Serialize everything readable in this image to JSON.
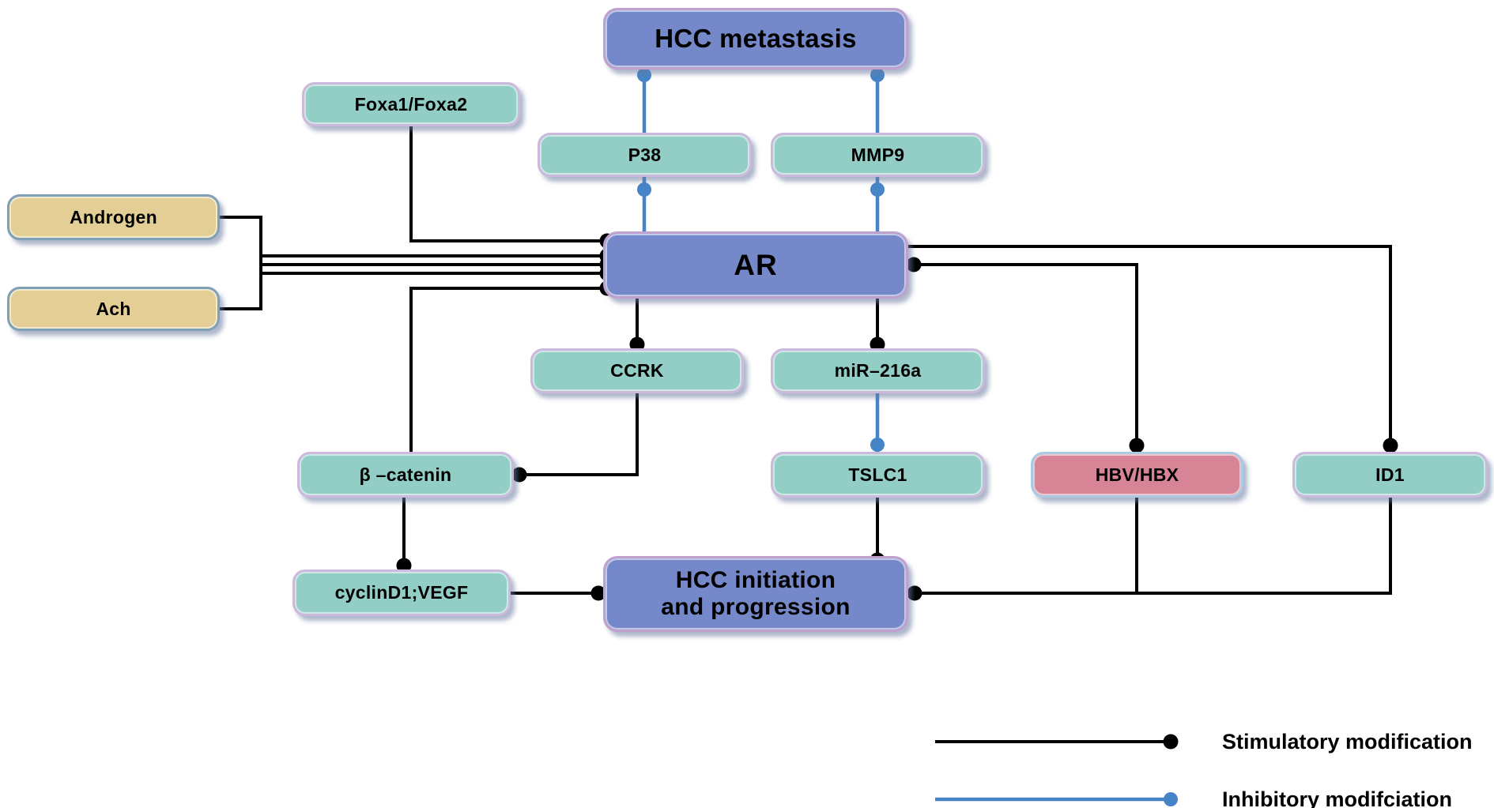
{
  "nodes": {
    "hcc_metastasis": {
      "label": "HCC metastasis",
      "color": "#7589ca"
    },
    "foxa": {
      "label": "Foxa1/Foxa2",
      "color": "#92cec6"
    },
    "p38": {
      "label": "P38",
      "color": "#92cec6"
    },
    "mmp9": {
      "label": "MMP9",
      "color": "#92cec6"
    },
    "androgen": {
      "label": "Androgen",
      "color": "#e3cf96"
    },
    "ar": {
      "label": "AR",
      "color": "#7589ca"
    },
    "ach": {
      "label": "Ach",
      "color": "#e3cf96"
    },
    "ccrk": {
      "label": "CCRK",
      "color": "#92cec6"
    },
    "mir216a": {
      "label": "miR–216a",
      "color": "#92cec6"
    },
    "beta_catenin": {
      "label": "β –catenin",
      "color": "#92cec6"
    },
    "tslc1": {
      "label": "TSLC1",
      "color": "#92cec6"
    },
    "hbv_hbx": {
      "label": "HBV/HBX",
      "color": "#d78496"
    },
    "id1": {
      "label": "ID1",
      "color": "#92cec6"
    },
    "cyclind1_vegf": {
      "label": "cyclinD1;VEGF",
      "color": "#92cec6"
    },
    "hcc_initiation": {
      "line1": "HCC initiation",
      "line2": "and progression",
      "color": "#7589ca"
    }
  },
  "edges": [
    {
      "from": "AR",
      "to": "P38",
      "type": "inhibitory"
    },
    {
      "from": "P38",
      "to": "HCC metastasis",
      "type": "inhibitory"
    },
    {
      "from": "AR",
      "to": "MMP9",
      "type": "inhibitory"
    },
    {
      "from": "MMP9",
      "to": "HCC metastasis",
      "type": "inhibitory"
    },
    {
      "from": "Foxa1/Foxa2",
      "to": "AR",
      "type": "stimulatory"
    },
    {
      "from": "Androgen",
      "to": "AR",
      "type": "stimulatory"
    },
    {
      "from": "Ach",
      "to": "AR",
      "type": "stimulatory"
    },
    {
      "from": "AR",
      "to": "CCRK",
      "type": "stimulatory"
    },
    {
      "from": "AR",
      "to": "miR–216a",
      "type": "stimulatory"
    },
    {
      "from": "miR–216a",
      "to": "TSLC1",
      "type": "inhibitory"
    },
    {
      "from": "CCRK",
      "to": "β –catenin",
      "type": "stimulatory"
    },
    {
      "from": "β –catenin",
      "to": "AR",
      "type": "stimulatory"
    },
    {
      "from": "β –catenin",
      "to": "cyclinD1;VEGF",
      "type": "stimulatory"
    },
    {
      "from": "cyclinD1;VEGF",
      "to": "HCC initiation and progression",
      "type": "stimulatory"
    },
    {
      "from": "TSLC1",
      "to": "HCC initiation and progression",
      "type": "stimulatory"
    },
    {
      "from": "HBV/HBX",
      "to": "AR",
      "type": "stimulatory"
    },
    {
      "from": "AR",
      "to": "HBV/HBX",
      "type": "stimulatory"
    },
    {
      "from": "AR",
      "to": "ID1",
      "type": "stimulatory"
    },
    {
      "from": "ID1",
      "to": "HCC initiation and progression",
      "type": "stimulatory"
    },
    {
      "from": "HBV/HBX",
      "to": "HCC initiation and progression",
      "type": "stimulatory"
    }
  ],
  "legend": {
    "stimulatory": "Stimulatory modification",
    "inhibitory": "Inhibitory modifciation"
  },
  "colors": {
    "stimulatory": "#000000",
    "inhibitory": "#4584c6",
    "teal-fill": "#92cec6",
    "blue-fill": "#7589ca",
    "tan-fill": "#e3cf96",
    "pink-fill": "#d78496",
    "lavender-border": "#cdb9db",
    "purple-border": "#bfa0ce",
    "steel-border": "#7fa0b6",
    "lightblue-border": "#aacbe3"
  }
}
